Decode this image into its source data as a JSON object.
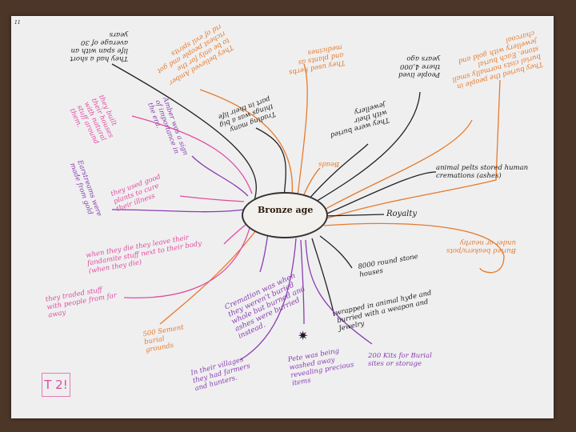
{
  "page_number": "11",
  "center_topic": "Bronze age",
  "stamp": "T 2!",
  "branches": [
    {
      "id": "lifespan",
      "text": "They had a short life span with an average of 30 years"
    },
    {
      "id": "amber-rich",
      "text": "They believed Amber to be only for the richest people and got rid of evil spirits"
    },
    {
      "id": "trading",
      "text": "Trading many things was a big part in their life"
    },
    {
      "id": "herbs",
      "text": "They used herbs and plants as medicines"
    },
    {
      "id": "beads",
      "text": "Beads"
    },
    {
      "id": "jewellery",
      "text": "They were buried with their jewellery"
    },
    {
      "id": "years",
      "text": "People lived there 4,000 years ago"
    },
    {
      "id": "cists",
      "text": "They buried the people in burial cists normally small stone. Each burial jewellery with gold and charcoal"
    },
    {
      "id": "pelts",
      "text": "animal pelts stored human cremations (ashes)"
    },
    {
      "id": "royalty",
      "text": "Royalty"
    },
    {
      "id": "beakers",
      "text": "Buried beakers/pots under or nearby"
    },
    {
      "id": "houses",
      "text": "8000 round stone houses"
    },
    {
      "id": "wrapped",
      "text": "wrapped in animal hyde and burried with a weapon and Jewelry"
    },
    {
      "id": "kits",
      "text": "200 Kits for Burial sites or storage"
    },
    {
      "id": "pete",
      "text": "Pete was being washed away revealing precious items"
    },
    {
      "id": "villages",
      "text": "In their villages they had farmers and hunters."
    },
    {
      "id": "cremation",
      "text": "Cremation was when they weren't buried whole but burned and ashes were burried instead."
    },
    {
      "id": "grounds",
      "text": "500 Sement burial grounds"
    },
    {
      "id": "traded",
      "text": "they traded stuff with people from far away"
    },
    {
      "id": "die",
      "text": "when they die they leave their fandamite stuff next to their body (when they die)"
    },
    {
      "id": "earstreams",
      "text": "Earstreams were made from gold"
    },
    {
      "id": "plants",
      "text": "they used good plants to cure their illness"
    },
    {
      "id": "amber-sign",
      "text": "Amber was a sign of importance in the era."
    },
    {
      "id": "built",
      "text": "they built their houses with natural stuff around them."
    }
  ]
}
